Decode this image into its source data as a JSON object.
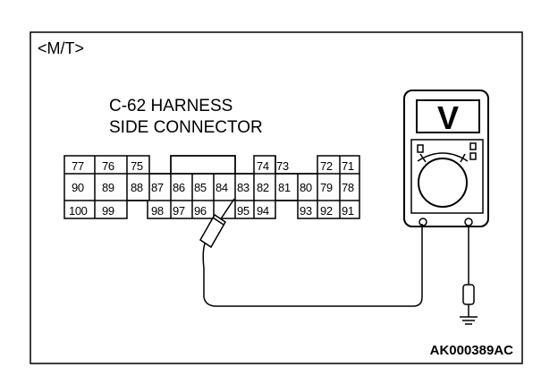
{
  "title": "<M/T>",
  "connector_label": [
    "C-62 HARNESS",
    "SIDE CONNECTOR"
  ],
  "figure_id": "AK000389AC",
  "pins": {
    "row1_left": [
      "77",
      "76",
      "75"
    ],
    "row1_mid": [
      "74",
      "73"
    ],
    "row1_right": [
      "72",
      "71"
    ],
    "row2": [
      "90",
      "89",
      "88",
      "87",
      "86",
      "85",
      "84",
      "83",
      "82",
      "81",
      "80",
      "79",
      "78"
    ],
    "row3_left": [
      "100",
      "99"
    ],
    "row3_mid": [
      "98",
      "97",
      "96",
      "",
      "95",
      "94"
    ],
    "row3_right": [
      "93",
      "92",
      "91"
    ]
  },
  "meter_symbol": "V"
}
